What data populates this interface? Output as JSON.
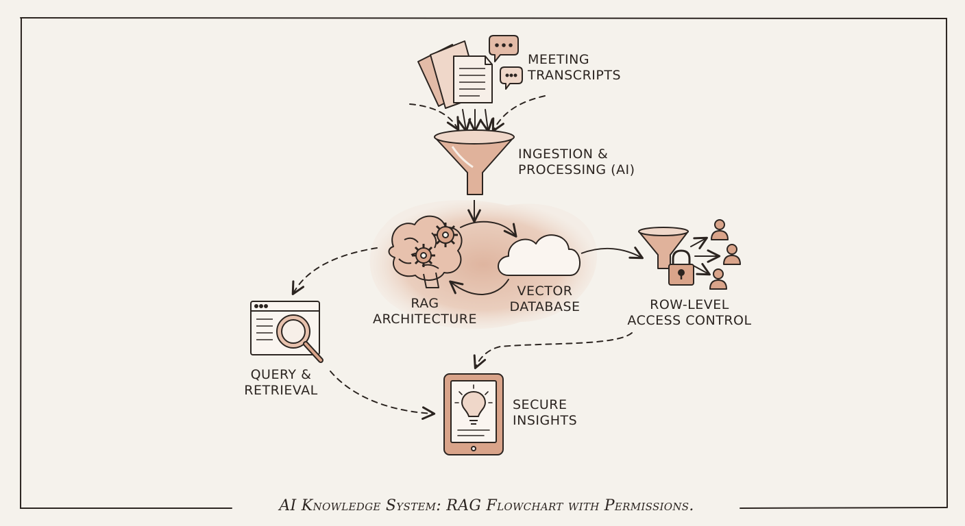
{
  "caption": "AI Knowledge System: RAG Flowchart with Permissions.",
  "nodes": {
    "meeting_transcripts": {
      "line1": "MEETING",
      "line2": "TRANSCRIPTS",
      "icon": "documents-chat-icon"
    },
    "ingestion": {
      "line1": "INGESTION &",
      "line2": "PROCESSING (AI)",
      "icon": "funnel-icon"
    },
    "rag": {
      "line1": "RAG",
      "line2": "ARCHITECTURE",
      "icon": "brain-gears-icon"
    },
    "vector_db": {
      "line1": "VECTOR",
      "line2": "DATABASE",
      "icon": "cloud-icon"
    },
    "access_control": {
      "line1": "ROW-LEVEL",
      "line2": "ACCESS CONTROL",
      "icon": "funnel-lock-users-icon"
    },
    "query": {
      "line1": "QUERY &",
      "line2": "RETRIEVAL",
      "icon": "browser-magnifier-icon"
    },
    "insights": {
      "line1": "SECURE",
      "line2": "INSIGHTS",
      "icon": "tablet-lightbulb-icon"
    }
  },
  "colors": {
    "ink": "#2b2420",
    "wash": "#d9ab94",
    "wash_light": "#ead0c1",
    "paper": "#f5f2ec"
  }
}
